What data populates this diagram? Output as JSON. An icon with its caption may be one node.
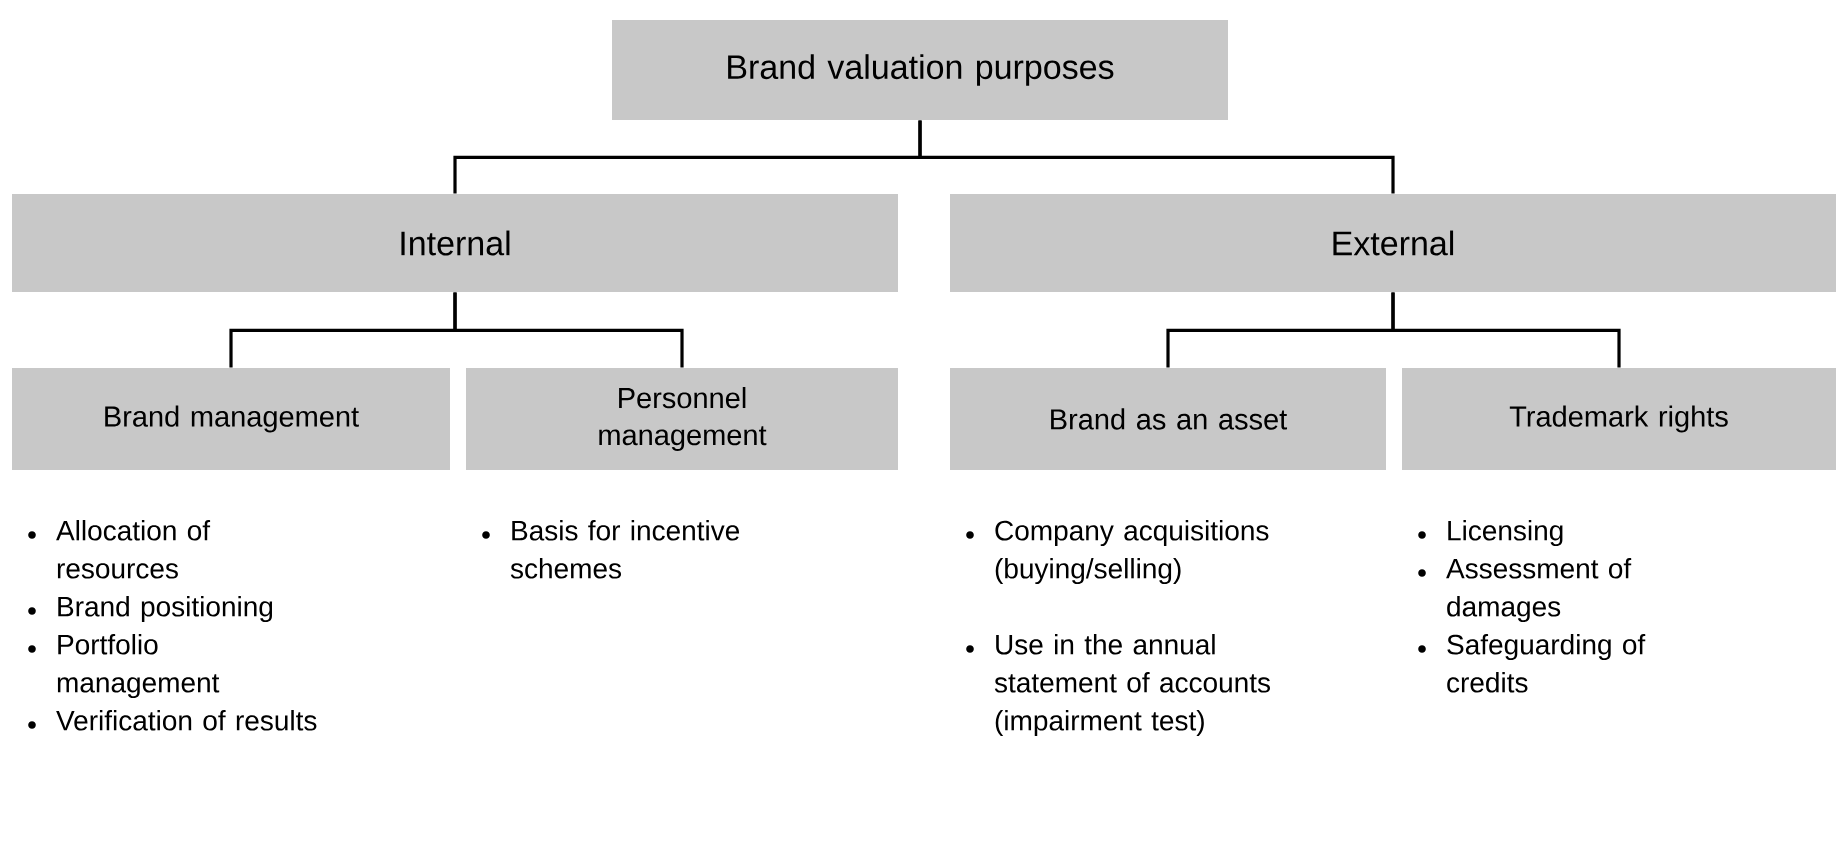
{
  "diagram": {
    "nodes": [
      {
        "text": [
          "Brand valuation purposes"
        ]
      },
      {
        "text": [
          "Internal"
        ]
      },
      {
        "text": [
          "External"
        ]
      },
      {
        "text": [
          "Brand management"
        ],
        "beside": [
          "Allocation of resources",
          "Brand positioning",
          "Portfolio management",
          "Verification of results"
        ]
      },
      {
        "text": [
          "Personnel management"
        ],
        "beside": [
          "Basis for incentive schemes"
        ]
      },
      {
        "text": [
          "Brand as an asset"
        ],
        "beside": [
          "Company acquisitions (buying/selling)",
          "Use in the annual statement of accounts (impairment test)"
        ]
      },
      {
        "text": [
          "Trademark rights"
        ],
        "beside": [
          "Licensing",
          "Assessment of damages",
          "Safeguarding of credits"
        ]
      }
    ],
    "edges": [
      {
        "from": 0,
        "to": 1,
        "arrow": "none"
      },
      {
        "from": 0,
        "to": 2,
        "arrow": "none"
      },
      {
        "from": 1,
        "to": 3,
        "arrow": "none"
      },
      {
        "from": 1,
        "to": 4,
        "arrow": "none"
      },
      {
        "from": 2,
        "to": 5,
        "arrow": "none"
      },
      {
        "from": 2,
        "to": 6,
        "arrow": "none"
      }
    ]
  }
}
